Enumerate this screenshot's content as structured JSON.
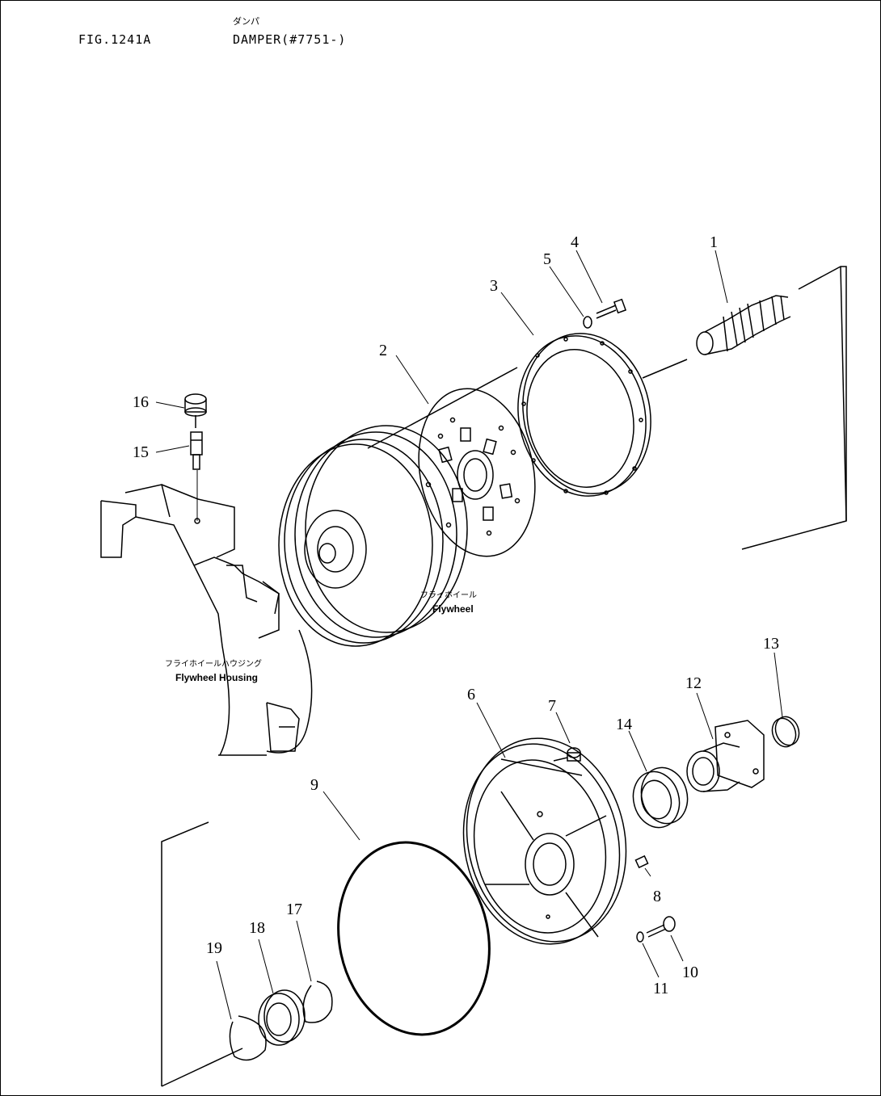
{
  "header": {
    "figure_no": "FIG.1241A",
    "title_jp": "ダンパ",
    "title": "DAMPER(#7751-)"
  },
  "callouts": [
    "1",
    "2",
    "3",
    "4",
    "5",
    "6",
    "7",
    "8",
    "9",
    "10",
    "11",
    "12",
    "13",
    "14",
    "15",
    "16",
    "17",
    "18",
    "19"
  ],
  "labels": {
    "flywheel_jp": "フライホイール",
    "flywheel": "Flywheel",
    "housing_jp": "フライホイールハウジング",
    "housing": "Flywheel Housing"
  }
}
